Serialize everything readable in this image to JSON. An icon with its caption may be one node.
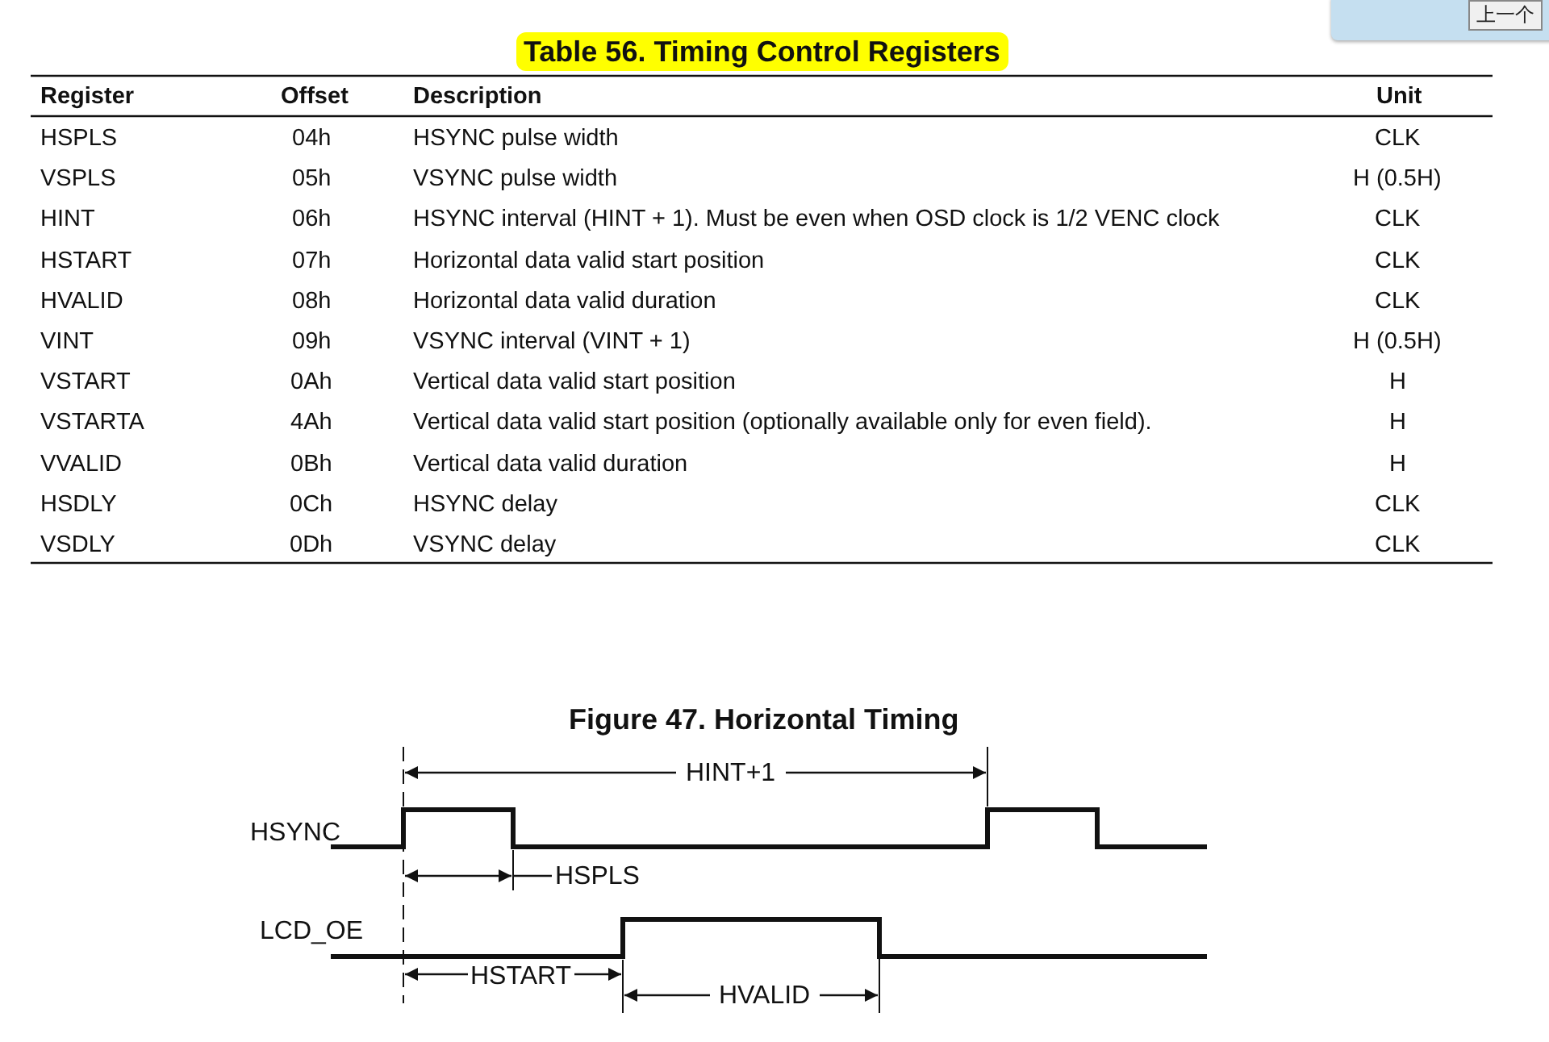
{
  "diagram": {
    "title": "Table 56. Timing Control Registers",
    "caption": "Figure 47. Horizontal Timing",
    "labels": [
      "Register",
      "Offset",
      "Description",
      "Unit",
      "HSPLS",
      "04h",
      "HSYNC pulse width",
      "CLK",
      "VSPLS",
      "05h",
      "VSYNC pulse width",
      "H (0.5H)",
      "HINT",
      "06h",
      "HSYNC interval (HINT + 1). Must be even when OSD clock is 1/2 VENC clock",
      "CLK",
      "HSTART",
      "07h",
      "Horizontal data valid start position",
      "CLK",
      "HVALID",
      "08h",
      "Horizontal data valid duration",
      "CLK",
      "VINT",
      "09h",
      "VSYNC interval (VINT + 1)",
      "H (0.5H)",
      "VSTART",
      "0Ah",
      "Vertical data valid start position",
      "H",
      "VSTARTA",
      "4Ah",
      "Vertical data valid start position (optionally available only for even field).",
      "H",
      "VVALID",
      "0Bh",
      "Vertical data valid duration",
      "H",
      "HSDLY",
      "0Ch",
      "HSYNC delay",
      "CLK",
      "VSDLY",
      "0Dh",
      "VSYNC delay",
      "CLK",
      "HSYNC",
      "LCD_OE",
      "HINT+1",
      "HSPLS",
      "HSTART",
      "HVALID",
      "上一个"
    ]
  }
}
